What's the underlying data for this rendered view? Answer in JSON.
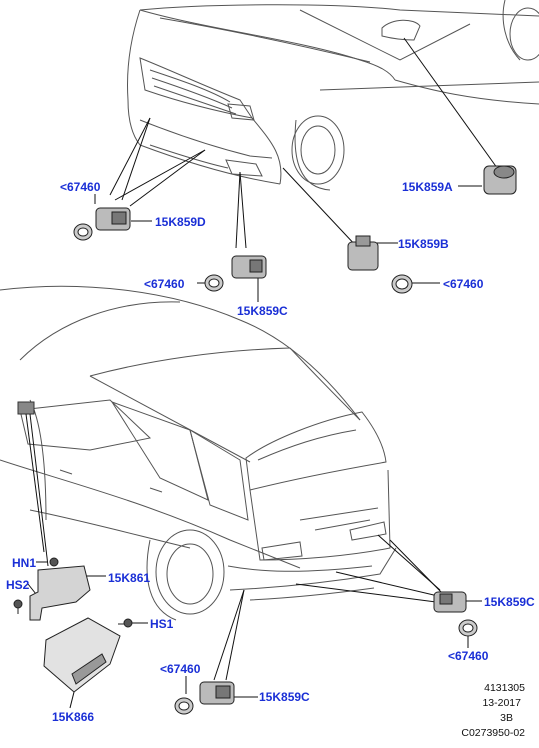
{
  "labels": {
    "front_sensor_left": "<67460",
    "front_sensor_left_part": "15K859D",
    "front_mirror_sensor": "15K859A",
    "front_side_sensor": "15K859B",
    "front_side_ring": "<67460",
    "front_center_ring": "<67460",
    "front_center_part": "15K859C",
    "module_nut": "HN1",
    "module_screw": "HS2",
    "module_bracket": "15K861",
    "module_bolt": "HS1",
    "module_unit": "15K866",
    "rear_right_part": "15K859C",
    "rear_right_ring": "<67460",
    "rear_center_ring": "<67460",
    "rear_center_part": "15K859C"
  },
  "meta": {
    "ref_number": "4131305",
    "date_code": "13-2017",
    "revision": "3B",
    "drawing_id": "C0273950-02"
  },
  "colors": {
    "label": "#1a2fd6",
    "line": "#111111",
    "outline": "#555555"
  }
}
